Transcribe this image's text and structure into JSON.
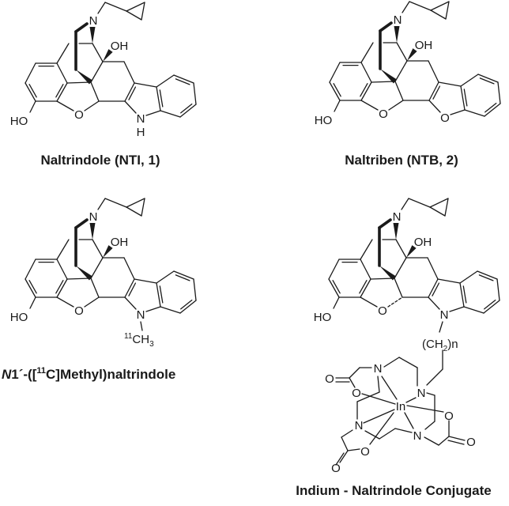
{
  "colors": {
    "ink": "#1a1a1a",
    "background": "#ffffff"
  },
  "structures": [
    {
      "caption": "Naltrindole (NTI, 1)",
      "labels": {
        "amine": "N",
        "hydroxyl": "OH",
        "phenol": "HO",
        "ether": "O",
        "hetero": "N",
        "hetero_h": "H"
      }
    },
    {
      "caption": "Naltriben (NTB, 2)",
      "labels": {
        "amine": "N",
        "hydroxyl": "OH",
        "phenol": "HO",
        "ether": "O",
        "hetero": "O"
      }
    },
    {
      "caption_parts": {
        "italic": "N",
        "pre": "1´-([",
        "sup": "11",
        "post": "C]Methyl)naltrindole"
      },
      "labels": {
        "amine": "N",
        "hydroxyl": "OH",
        "phenol": "HO",
        "ether": "O",
        "hetero": "N",
        "methyl_isotope": "11",
        "methyl": "CH",
        "methyl_sub": "3"
      }
    },
    {
      "caption": "Indium - Naltrindole Conjugate",
      "labels": {
        "amine": "N",
        "hydroxyl": "OH",
        "phenol": "HO",
        "ether": "O",
        "hetero": "N",
        "linker_open": "(CH",
        "linker_sub": "2",
        "linker_close": ")n",
        "metal": "In",
        "chelate_N": "N",
        "chelate_O": "O"
      }
    }
  ]
}
